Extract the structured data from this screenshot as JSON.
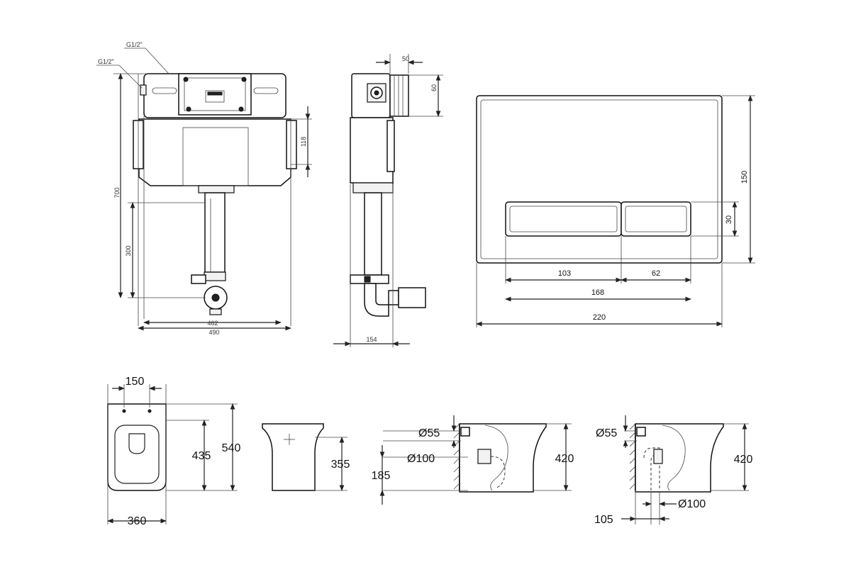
{
  "frame_front": {
    "inlet_top": "G1/2\"",
    "inlet_side": "G1/2\"",
    "height": "700",
    "pipe_height": "300",
    "tank_height": "118",
    "inner_width": "462",
    "outer_width": "490"
  },
  "frame_side": {
    "depth_top": "50",
    "connector_height": "60",
    "depth": "154"
  },
  "flush_plate": {
    "width": "220",
    "height": "150",
    "button_height": "30",
    "button_large": "103",
    "button_small": "62",
    "button_total": "168"
  },
  "toilet_top": {
    "hole_spacing": "150",
    "depth": "540",
    "seat_depth": "435",
    "width": "360"
  },
  "toilet_front": {
    "height": "355"
  },
  "toilet_side_a": {
    "inlet_diameter": "Ø55",
    "outlet_diameter": "Ø100",
    "height": "420",
    "outlet_height": "185"
  },
  "toilet_side_b": {
    "inlet_diameter": "Ø55",
    "height": "420",
    "outlet_diameter": "Ø100",
    "outlet_offset": "105"
  }
}
